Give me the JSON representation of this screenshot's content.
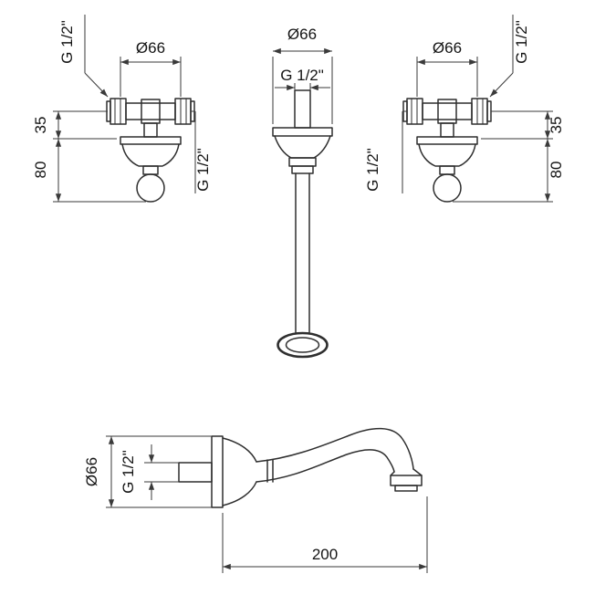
{
  "drawing": {
    "background": "#ffffff",
    "line_color": "#2e2e2e",
    "dimension_color": "#3a3a3a"
  },
  "valve_left": {
    "diameter": "Ø66",
    "thread_top": "G 1/2\"",
    "offset_35": "35",
    "height_80": "80",
    "thread_outlet": "G 1/2\""
  },
  "spout_front": {
    "diameter": "Ø66",
    "thread": "G 1/2\""
  },
  "valve_right": {
    "diameter": "Ø66",
    "thread_top": "G 1/2\"",
    "offset_35": "35",
    "height_80": "80",
    "thread_outlet": "G 1/2\""
  },
  "spout_side": {
    "diameter": "Ø66",
    "thread": "G 1/2\"",
    "reach": "200"
  }
}
